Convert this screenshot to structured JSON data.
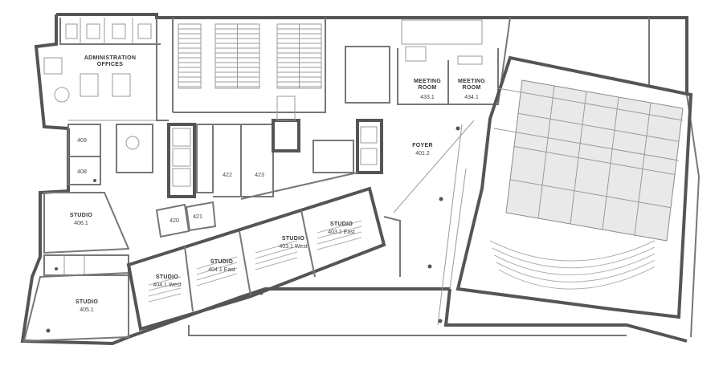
{
  "rooms": [
    {
      "id": "admin",
      "name_lines": [
        "ADMINISTRATION",
        "OFFICES"
      ],
      "number": ""
    },
    {
      "id": "meeting-433",
      "name_lines": [
        "MEETING",
        "ROOM"
      ],
      "number": "433.1"
    },
    {
      "id": "meeting-434",
      "name_lines": [
        "MEETING",
        "ROOM"
      ],
      "number": "434.1"
    },
    {
      "id": "foyer",
      "name_lines": [
        "FOYER"
      ],
      "number": "401.2"
    },
    {
      "id": "r409",
      "name_lines": [],
      "number": "409"
    },
    {
      "id": "r408",
      "name_lines": [],
      "number": "408"
    },
    {
      "id": "r422",
      "name_lines": [],
      "number": "422"
    },
    {
      "id": "r423",
      "name_lines": [],
      "number": "423"
    },
    {
      "id": "r420",
      "name_lines": [],
      "number": "420"
    },
    {
      "id": "r421",
      "name_lines": [],
      "number": "421"
    },
    {
      "id": "studio-406",
      "name_lines": [
        "STUDIO"
      ],
      "number": "406.1"
    },
    {
      "id": "studio-405",
      "name_lines": [
        "STUDIO"
      ],
      "number": "405.1"
    },
    {
      "id": "studio-403e",
      "name_lines": [
        "STUDIO"
      ],
      "number": "403.1 East"
    },
    {
      "id": "studio-403w",
      "name_lines": [
        "STUDIO"
      ],
      "number": "403.1 West"
    },
    {
      "id": "studio-404e",
      "name_lines": [
        "STUDIO"
      ],
      "number": "404.1 East"
    },
    {
      "id": "studio-404w",
      "name_lines": [
        "STUDIO"
      ],
      "number": "404.1 West"
    }
  ]
}
